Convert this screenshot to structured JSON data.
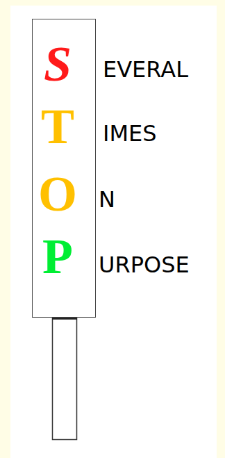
{
  "diagram": {
    "nodes": [
      {
        "text": [
          "S",
          "T",
          "O",
          "P"
        ]
      }
    ],
    "labels": [
      "EVERAL",
      "IMES",
      "N",
      "URPOSE"
    ]
  }
}
